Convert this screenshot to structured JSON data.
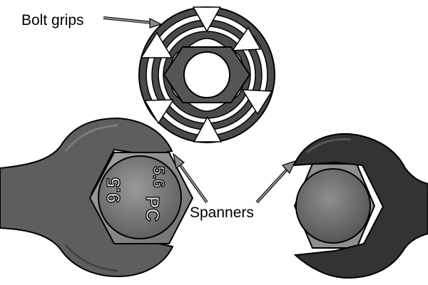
{
  "labels": {
    "bolt_grips": "Bolt grips",
    "spanners": "Spanners"
  },
  "bolt_markings": {
    "size": "5.6",
    "grade": "PC",
    "size_inverted": "9.5"
  },
  "colors": {
    "spanner_left": "#5e5e5e",
    "spanner_right": "#333333",
    "bolt_hex": "#8a8a8a",
    "bolt_dome": "#6f6f6f",
    "grip_ring": "#4a4a4a",
    "outline": "#000000",
    "background": "#ffffff"
  }
}
